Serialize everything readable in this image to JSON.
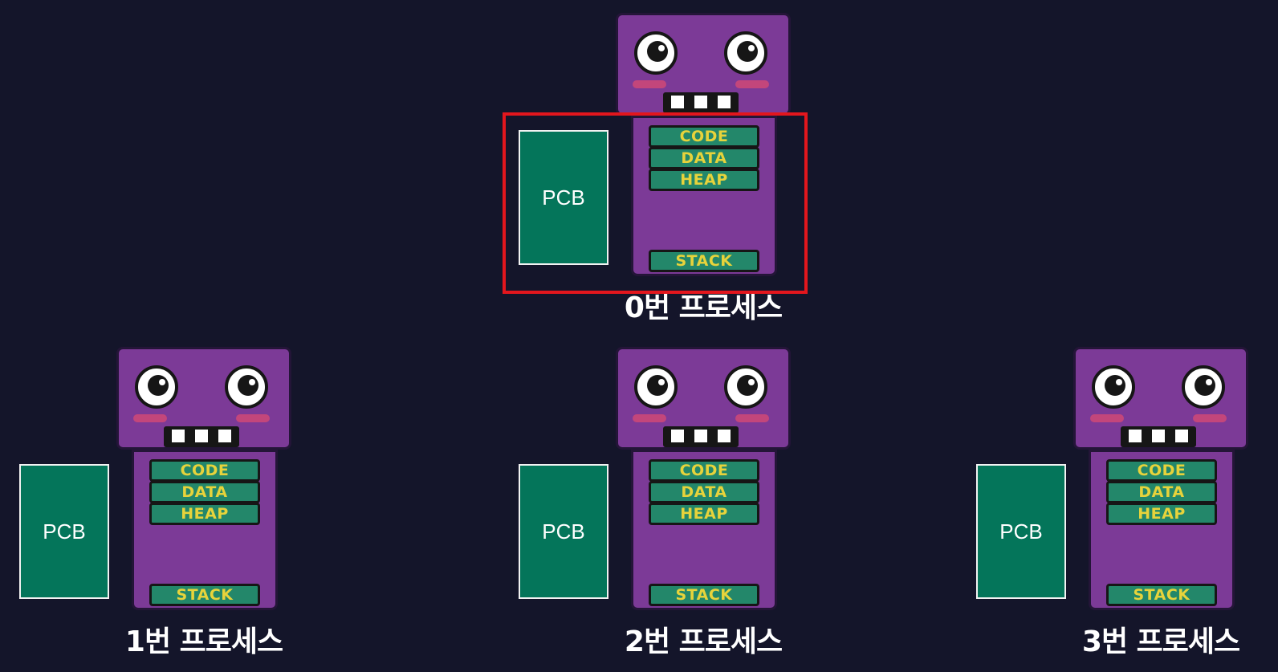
{
  "processes": [
    {
      "pcb": "PCB",
      "segments": {
        "code": "CODE",
        "data": "DATA",
        "heap": "HEAP",
        "stack": "STACK"
      },
      "label": "0번 프로세스"
    },
    {
      "pcb": "PCB",
      "segments": {
        "code": "CODE",
        "data": "DATA",
        "heap": "HEAP",
        "stack": "STACK"
      },
      "label": "1번 프로세스"
    },
    {
      "pcb": "PCB",
      "segments": {
        "code": "CODE",
        "data": "DATA",
        "heap": "HEAP",
        "stack": "STACK"
      },
      "label": "2번 프로세스"
    },
    {
      "pcb": "PCB",
      "segments": {
        "code": "CODE",
        "data": "DATA",
        "heap": "HEAP",
        "stack": "STACK"
      },
      "label": "3번 프로세스"
    }
  ],
  "highlighted_process": "0번 프로세스",
  "colors": {
    "background": "#14152a",
    "process_body": "#7c3a97",
    "segment": "#23876a",
    "segment_text": "#e7d33b",
    "pcb": "#04755a",
    "highlight": "#e3161d"
  }
}
